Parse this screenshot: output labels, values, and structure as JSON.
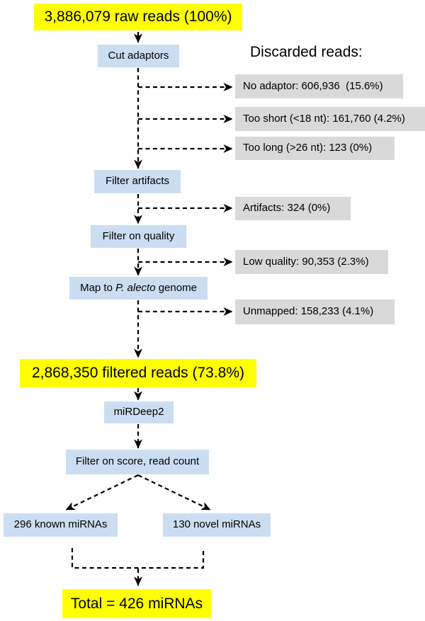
{
  "colors": {
    "highlight": "#FFFF00",
    "node": "#CBDDF1",
    "discard": "#D9D9D9",
    "line": "#000000"
  },
  "flow": {
    "raw_reads": "3,886,079 raw reads (100%)",
    "cut_adaptors": "Cut adaptors",
    "filter_artifacts": "Filter artifacts",
    "filter_quality": "Filter on quality",
    "map_genome": {
      "pre": "Map to ",
      "italic": "P. alecto",
      "post": " genome"
    },
    "filtered_reads": "2,868,350 filtered reads (73.8%)",
    "mirdeep2": "miRDeep2",
    "filter_score": "Filter on score, read count",
    "known_mirnas": "296 known miRNAs",
    "novel_mirnas": "130 novel miRNAs",
    "total": "Total = 426 miRNAs"
  },
  "discarded": {
    "heading": "Discarded reads:",
    "items": [
      "No adaptor: 606,936  (15.6%)",
      "Too short (<18 nt): 161,760 (4.2%)",
      "Too long (>26 nt): 123 (0%)",
      "Artifacts: 324 (0%)",
      "Low quality: 90,353 (2.3%)",
      "Unmapped: 158,233 (4.1%)"
    ]
  }
}
